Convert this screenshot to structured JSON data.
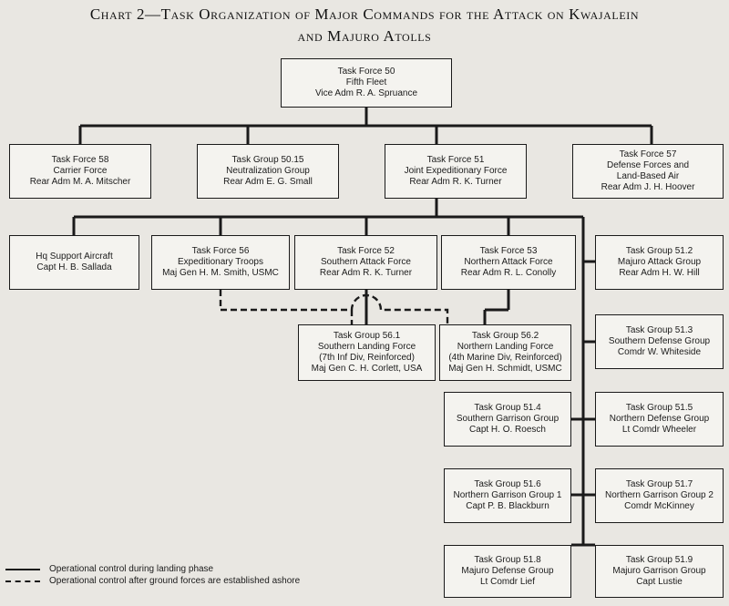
{
  "title": {
    "line1": "Chart 2—Task Organization of Major Commands for the Attack on Kwajalein",
    "line2": "and Majuro Atolls"
  },
  "nodes": {
    "tf50": [
      "Task Force 50",
      "Fifth Fleet",
      "Vice Adm R. A. Spruance"
    ],
    "tf58": [
      "Task Force 58",
      "Carrier Force",
      "Rear Adm M. A. Mitscher"
    ],
    "tg5015": [
      "Task Group 50.15",
      "Neutralization Group",
      "Rear Adm E. G. Small"
    ],
    "tf51": [
      "Task Force 51",
      "Joint Expeditionary Force",
      "Rear Adm R. K. Turner"
    ],
    "tf57": [
      "Task Force 57",
      "Defense Forces and",
      "Land-Based Air",
      "Rear Adm J. H. Hoover"
    ],
    "hqsa": [
      "Hq Support Aircraft",
      "Capt H. B. Sallada"
    ],
    "tf56": [
      "Task Force 56",
      "Expeditionary Troops",
      "Maj Gen H. M. Smith, USMC"
    ],
    "tf52": [
      "Task Force 52",
      "Southern Attack Force",
      "Rear Adm R. K. Turner"
    ],
    "tf53": [
      "Task Force 53",
      "Northern Attack Force",
      "Rear Adm R. L. Conolly"
    ],
    "tg512": [
      "Task Group 51.2",
      "Majuro Attack Group",
      "Rear Adm H. W. Hill"
    ],
    "tg561": [
      "Task Group 56.1",
      "Southern Landing Force",
      "(7th Inf Div, Reinforced)",
      "Maj Gen C. H. Corlett, USA"
    ],
    "tg562": [
      "Task Group 56.2",
      "Northern Landing Force",
      "(4th Marine Div, Reinforced)",
      "Maj Gen H. Schmidt, USMC"
    ],
    "tg513": [
      "Task Group 51.3",
      "Southern Defense Group",
      "Comdr W. Whiteside"
    ],
    "tg514": [
      "Task Group 51.4",
      "Southern Garrison Group",
      "Capt H. O. Roesch"
    ],
    "tg515": [
      "Task Group 51.5",
      "Northern Defense Group",
      "Lt Comdr Wheeler"
    ],
    "tg516": [
      "Task Group 51.6",
      "Northern Garrison Group 1",
      "Capt P. B. Blackburn"
    ],
    "tg517": [
      "Task Group 51.7",
      "Northern Garrison Group 2",
      "Comdr McKinney"
    ],
    "tg518": [
      "Task Group 51.8",
      "Majuro Defense Group",
      "Lt Comdr Lief"
    ],
    "tg519": [
      "Task Group 51.9",
      "Majuro Garrison Group",
      "Capt Lustie"
    ]
  },
  "legend": {
    "solid": "Operational control during landing phase",
    "dashed": "Operational control after ground forces are established ashore"
  }
}
